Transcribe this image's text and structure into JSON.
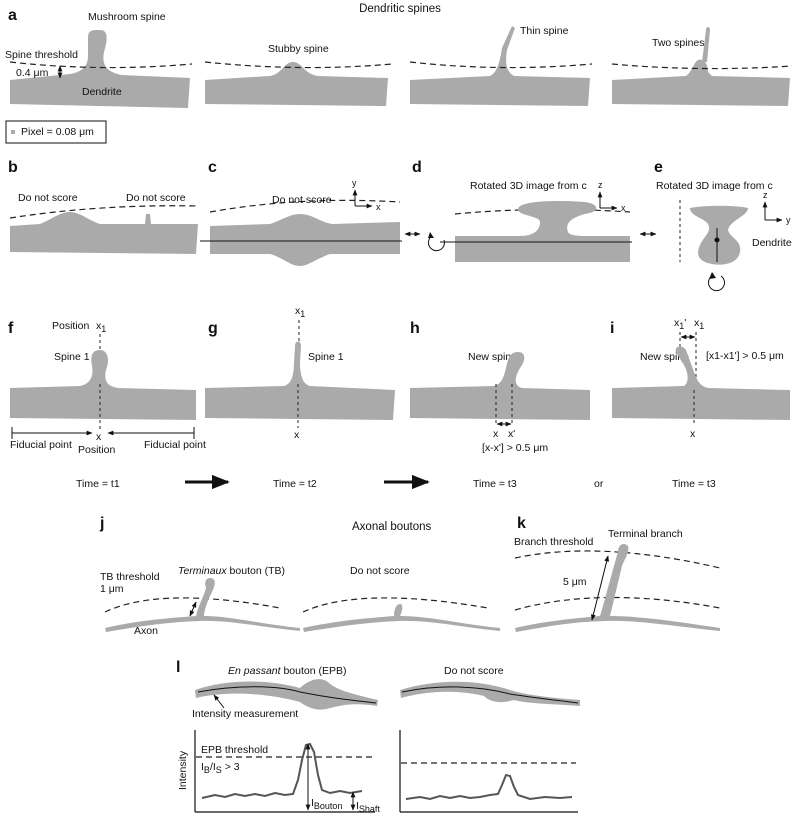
{
  "a": {
    "panel": "a",
    "title": "Dendritic spines",
    "mushroom": "Mushroom spine",
    "stubby": "Stubby spine",
    "thin": "Thin spine",
    "two": "Two spines",
    "threshold": "Spine threshold",
    "distance": "0.4 μm",
    "dendrite": "Dendrite",
    "pixel": "Pixel = 0.08 μm"
  },
  "b": {
    "panel": "b",
    "dns1": "Do not score",
    "dns2": "Do not score"
  },
  "c": {
    "panel": "c",
    "dns": "Do not score",
    "ax_y": "y",
    "ax_x": "x"
  },
  "d": {
    "panel": "d",
    "label": "Rotated 3D image from c",
    "ax_z": "z",
    "ax_x": "x"
  },
  "e": {
    "panel": "e",
    "label": "Rotated 3D image from c",
    "ax_z": "z",
    "ax_y": "y",
    "dendrite": "Dendrite"
  },
  "f": {
    "panel": "f",
    "position_top": "Position",
    "x1": "x",
    "x1_sub": "1",
    "spine": "Spine 1",
    "x": "x",
    "fiducial_left": "Fiducial point",
    "fiducial_right": "Fiducial point",
    "position": "Position",
    "time": "Time = t1"
  },
  "g": {
    "panel": "g",
    "x1": "x",
    "x1_sub": "1",
    "spine": "Spine 1",
    "x": "x",
    "time": "Time = t2"
  },
  "h": {
    "panel": "h",
    "new_spine": "New spine",
    "x": "x",
    "xp": "x'",
    "crit": "[x-x'] > 0.5 μm",
    "time": "Time = t3"
  },
  "or": "or",
  "i": {
    "panel": "i",
    "x1p": "x",
    "x1p_sub": "1",
    "x1p_prime": "'",
    "x1": "x",
    "x1_sub": "1",
    "new_spine": "New spine",
    "crit": "[x1-x1'] > 0.5 μm",
    "x": "x",
    "time": "Time = t3"
  },
  "j": {
    "panel": "j",
    "title": "Axonal boutons",
    "tb_threshold": "TB threshold",
    "tb_distance": "1 μm",
    "bouton_italic": "Terminaux",
    "bouton_rest": " bouton (TB)",
    "axon": "Axon",
    "dns": "Do not score"
  },
  "k": {
    "panel": "k",
    "branch_threshold": "Branch threshold",
    "terminal": "Terminal branch",
    "distance": "5 μm"
  },
  "l": {
    "panel": "l",
    "epb_italic": "En passant",
    "epb_rest": " bouton (EPB)",
    "dns": "Do not score",
    "intensity_measurement": "Intensity measurement",
    "intensity_axis": "Intensity",
    "epb_threshold": "EPB threshold",
    "ratio": "IB/IS > 3",
    "i_bouton": "IBouton",
    "i_shaft": "IShaft"
  }
}
